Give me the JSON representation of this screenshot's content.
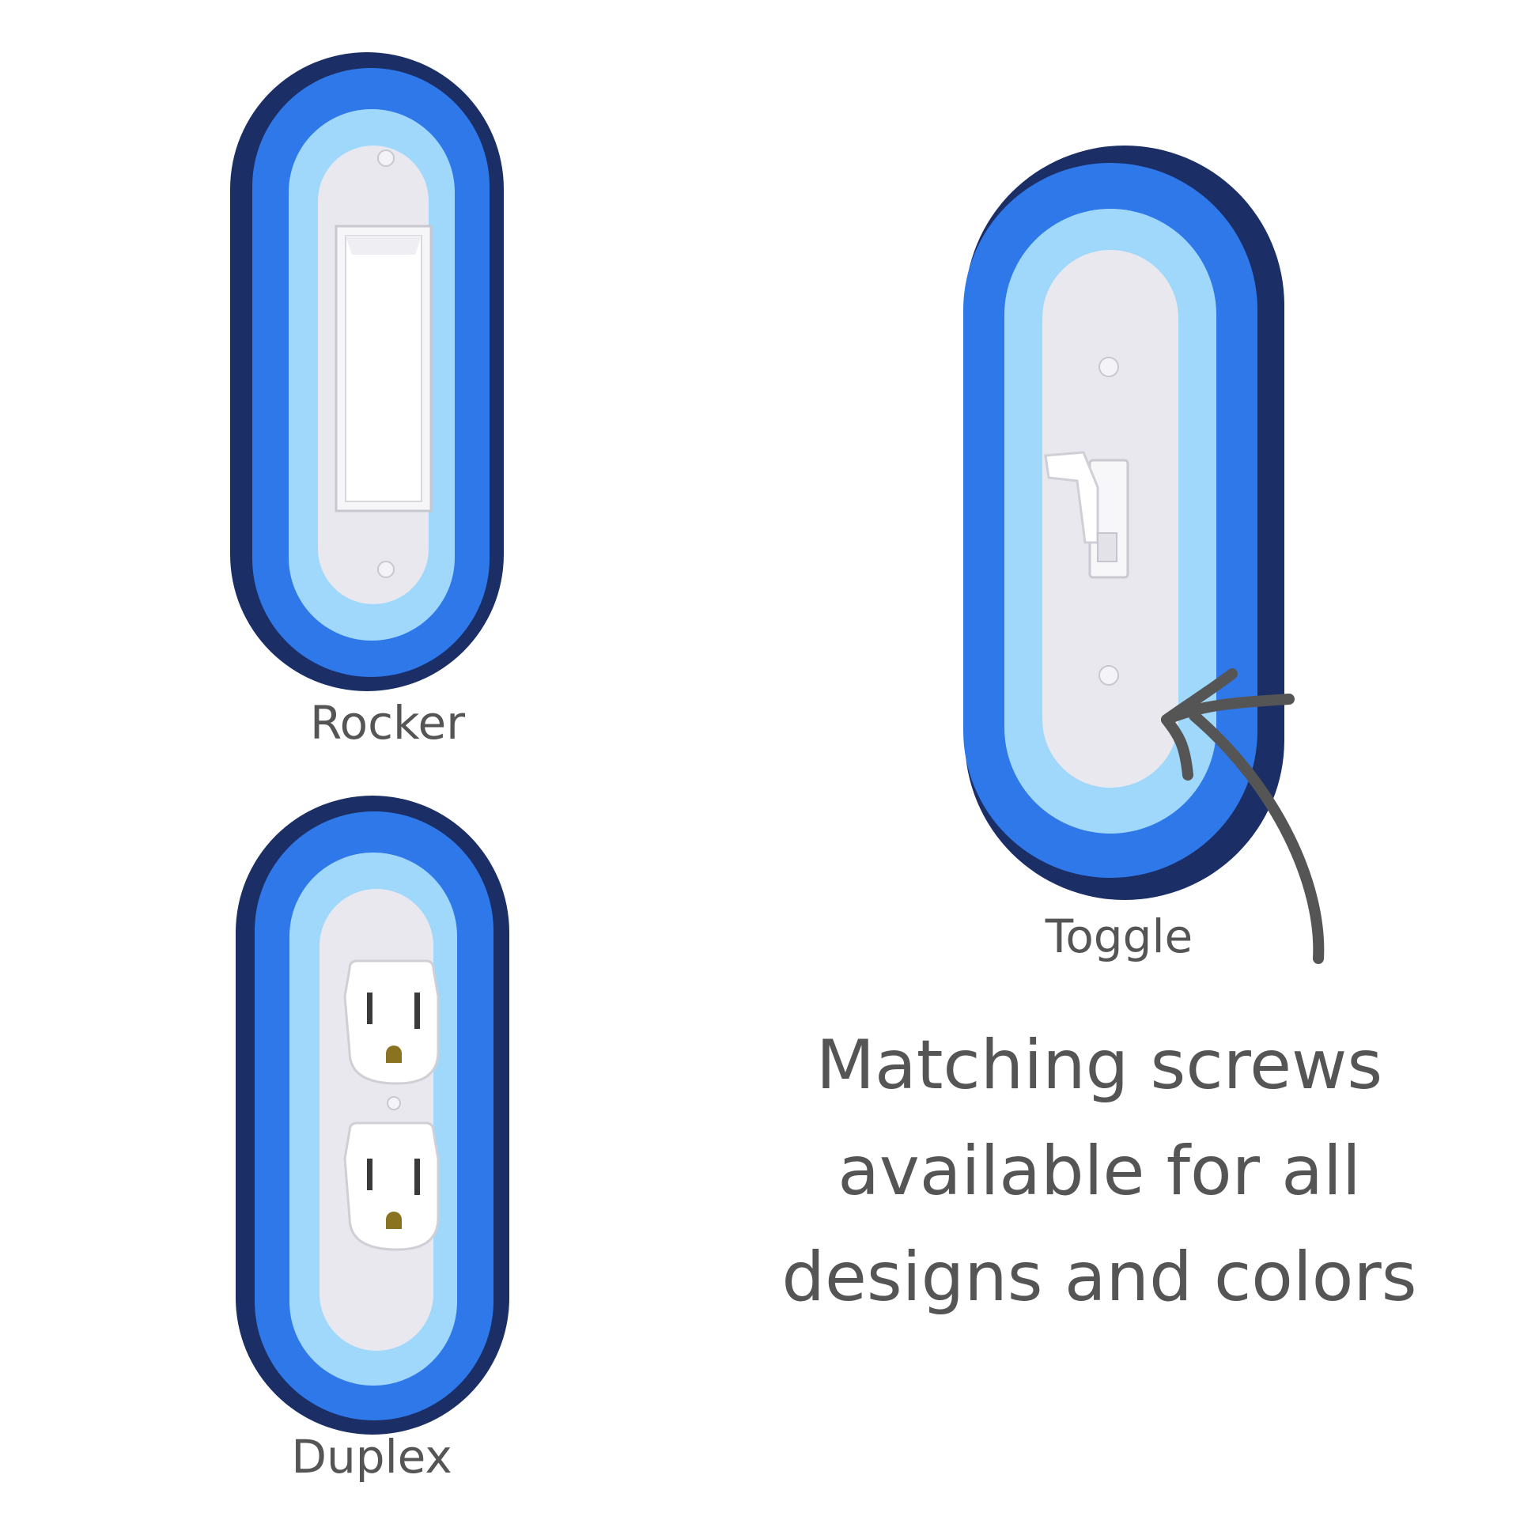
{
  "colors": {
    "edge": "#1b2f66",
    "outer_ring": "#2f78ea",
    "inner_ring": "#9fd8fb",
    "plate_face": "#e8e8ee",
    "text": "#555555"
  },
  "plates": [
    {
      "label": "Rocker",
      "device": "rocker-switch"
    },
    {
      "label": "Duplex",
      "device": "duplex-outlet"
    },
    {
      "label": "Toggle",
      "device": "toggle-switch"
    }
  ],
  "caption": {
    "lines": [
      "Matching screws",
      "available for all",
      "designs and colors"
    ]
  }
}
